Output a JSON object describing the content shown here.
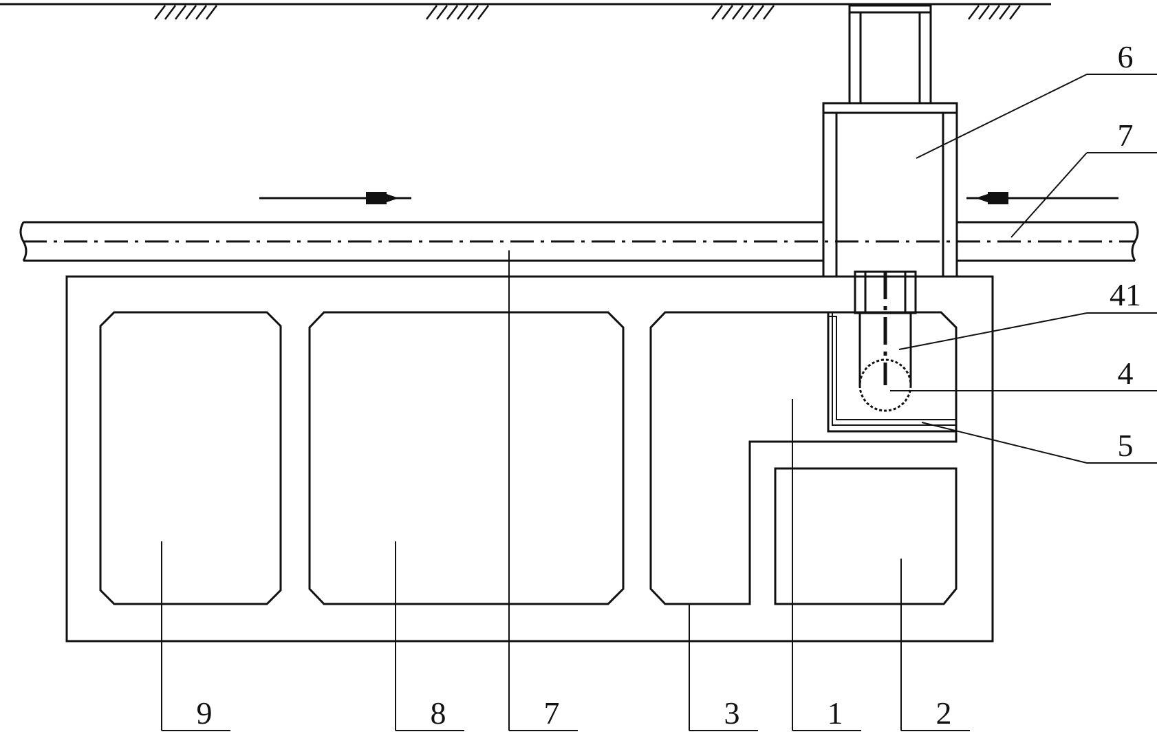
{
  "labels": {
    "l1": "1",
    "l2": "2",
    "l3": "3",
    "l4": "4",
    "l41": "41",
    "l5": "5",
    "l6": "6",
    "l7_top": "7",
    "l7_bottom": "7",
    "l8": "8",
    "l9": "9"
  }
}
